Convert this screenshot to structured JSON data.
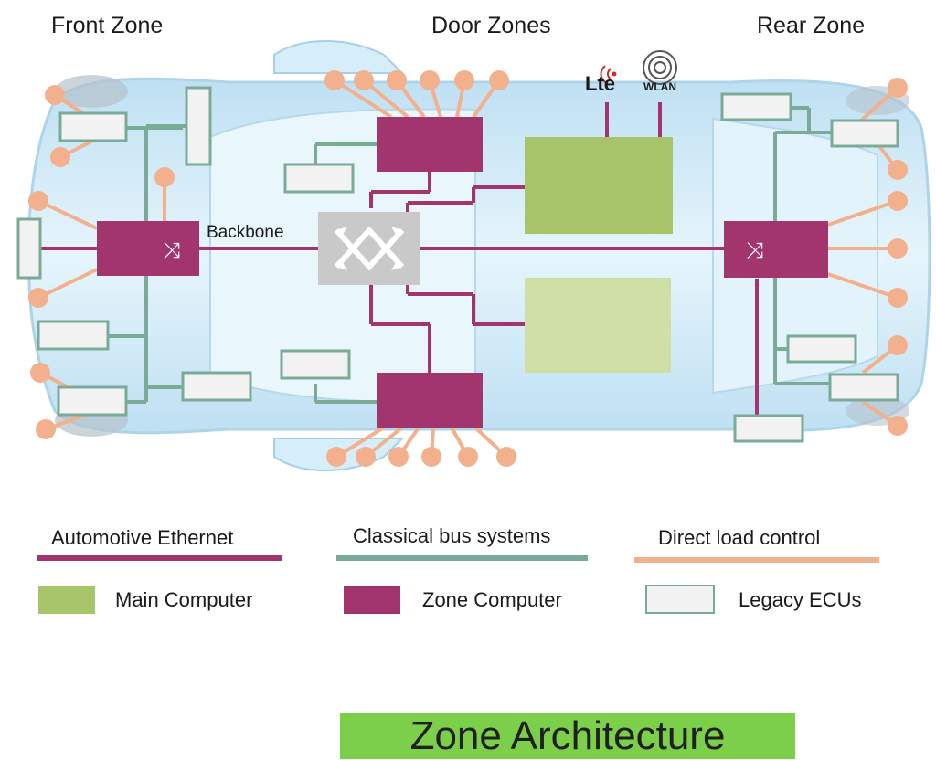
{
  "header": {
    "front_zone": "Front Zone",
    "door_zones": "Door Zones",
    "rear_zone": "Rear Zone"
  },
  "diagram": {
    "backbone_label": "Backbone",
    "lte_label": "Lte",
    "wlan_label": "WLAN"
  },
  "legend": {
    "automotive_ethernet": "Automotive Ethernet",
    "classical_bus": "Classical bus systems",
    "direct_load": "Direct load control",
    "main_computer": "Main Computer",
    "zone_computer": "Zone Computer",
    "legacy_ecus": "Legacy ECUs"
  },
  "footer": {
    "title": "Zone Architecture"
  },
  "colors": {
    "ethernet": "#a2346e",
    "classical_bus": "#79ab97",
    "direct_load": "#f2b08c",
    "main_computer": "#a8c46a",
    "main_computer_light": "#cfdfa6",
    "zone_computer": "#a2346e",
    "switch_gray": "#c9c9c9",
    "legacy_fill": "#f2f2f2",
    "car_body": "#cfe9f7",
    "footer_bg": "#7ccf49"
  }
}
